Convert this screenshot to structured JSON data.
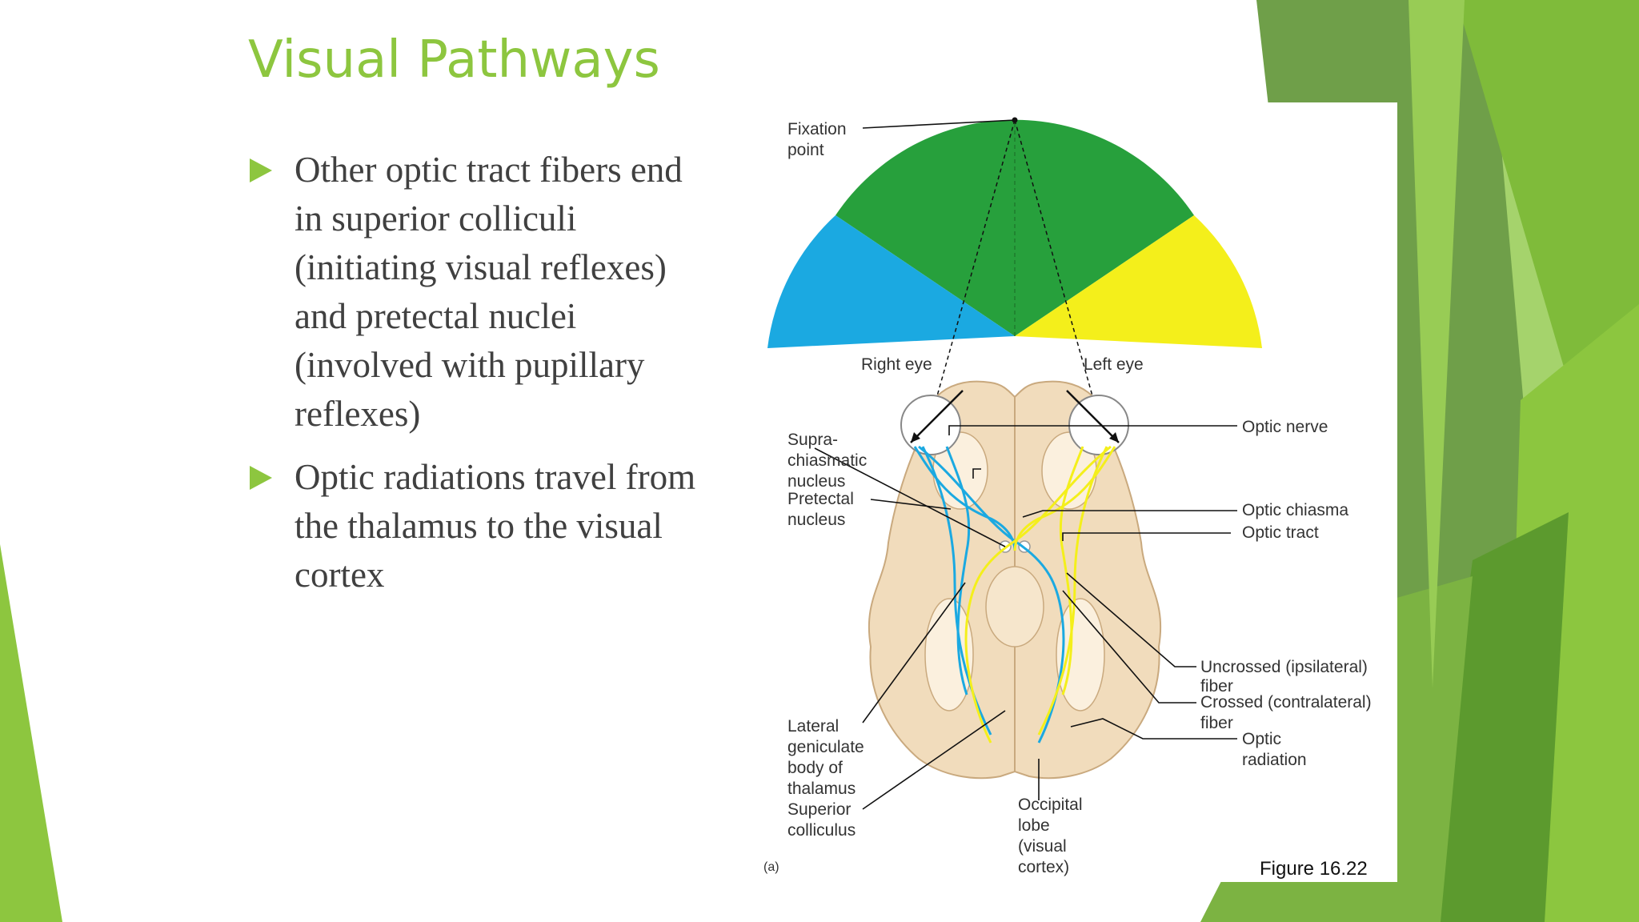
{
  "slide": {
    "title": "Visual Pathways",
    "bullets": [
      "Other optic tract fibers end in superior colliculi (initiating visual reflexes) and pretectal nuclei (involved with pupillary reflexes)",
      "Optic radiations travel from the thalamus to the visual cortex"
    ]
  },
  "figure": {
    "caption": "Figure 16.22",
    "panel_letter": "(a)",
    "labels": {
      "fixation_point": [
        "Fixation",
        "point"
      ],
      "right_eye": "Right eye",
      "left_eye": "Left eye",
      "suprachiasmatic": [
        "Supra-",
        "chiasmatic",
        "nucleus"
      ],
      "pretectal": [
        "Pretectal",
        "nucleus"
      ],
      "optic_nerve": "Optic nerve",
      "optic_chiasma": "Optic chiasma",
      "optic_tract": "Optic tract",
      "uncrossed": [
        "Uncrossed (ipsilateral)",
        "fiber"
      ],
      "crossed": [
        "Crossed (contralateral)",
        "fiber"
      ],
      "optic_radiation": [
        "Optic",
        "radiation"
      ],
      "lateral_geniculate": [
        "Lateral",
        "geniculate",
        "body of",
        "thalamus"
      ],
      "superior_colliculus": [
        "Superior",
        "colliculus"
      ],
      "occipital_lobe": [
        "Occipital",
        "lobe",
        "(visual",
        "cortex)"
      ]
    }
  },
  "colors": {
    "accent_green": "#8dc63f",
    "field_blue": "#1ba9e1",
    "field_green": "#27a03c",
    "field_yellow": "#f4ef1b",
    "brain_tan": "#f1dcbc"
  }
}
